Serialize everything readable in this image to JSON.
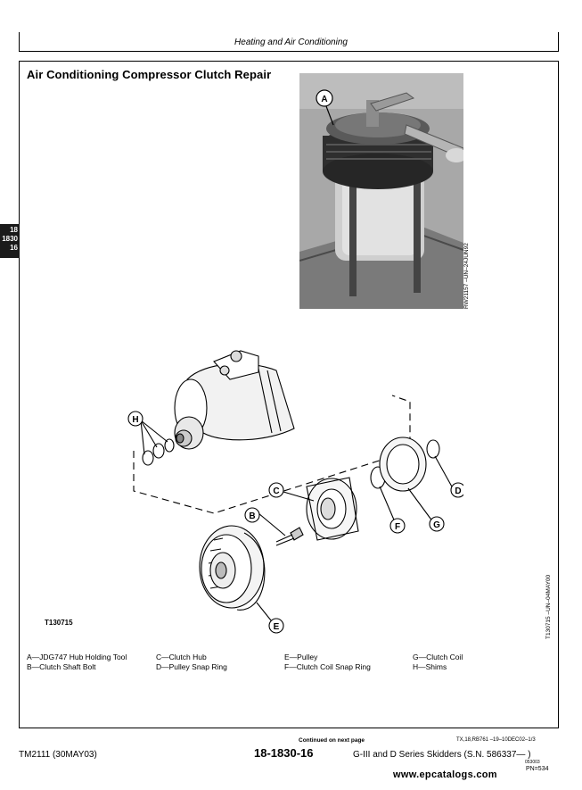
{
  "header": {
    "running_head": "Heating and Air Conditioning"
  },
  "section": {
    "title": "Air Conditioning Compressor Clutch Repair"
  },
  "side_tab": {
    "line1": "18",
    "line2": "1830",
    "line3": "16"
  },
  "photo": {
    "callout": "A",
    "code": "RW21157  –UN–24JUN92"
  },
  "diagram": {
    "id": "T130715",
    "code": "T130715  –UN–04MAY00",
    "callouts": {
      "a": "B",
      "b": "C",
      "c": "D",
      "d": "E",
      "e": "F",
      "f": "G",
      "g": "H"
    }
  },
  "legend": {
    "col1": [
      "A—JDG747 Hub Holding Tool",
      "B—Clutch Shaft Bolt"
    ],
    "col2": [
      "C—Clutch Hub",
      "D—Pulley Snap Ring"
    ],
    "col3": [
      "E—Pulley",
      "F—Clutch Coil Snap Ring"
    ],
    "col4": [
      "G—Clutch Coil",
      "H—Shims"
    ]
  },
  "footer": {
    "continued": "Continued on next page",
    "tx_code": "TX,18,RB761  –19–10DEC02–1/3",
    "manual": "TM2111 (30MAY03)",
    "page_number": "18-1830-16",
    "model": "G-III and D Series Skidders (S.N. 586337— )",
    "code_small": "053003",
    "pn": "PN=534",
    "watermark": "www.epcatalogs.com"
  }
}
